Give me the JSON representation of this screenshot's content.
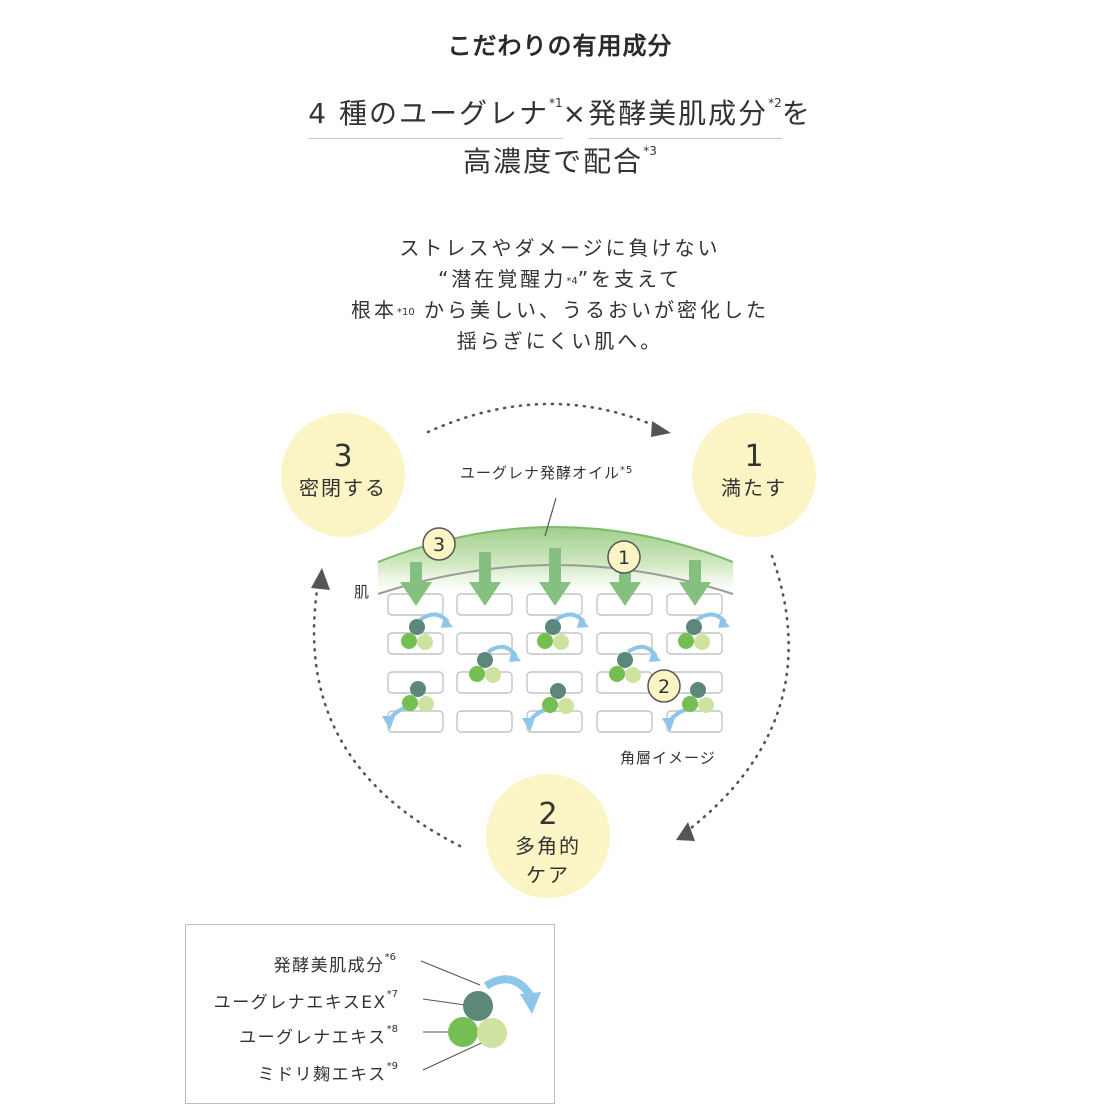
{
  "title": "こだわりの有用成分",
  "headline": {
    "part1": "4 種のユーグレナ",
    "note1": "*1",
    "times": "×",
    "part2": "発酵美肌成分",
    "note2": "*2",
    "part3": "を",
    "line2": "高濃度で配合",
    "note3": "*3"
  },
  "message": {
    "line1": "ストレスやダメージに負けない",
    "line2_a": "“潜在覚醒力",
    "line2_note": "*4",
    "line2_b": "”を支えて",
    "line3_a": "根本",
    "line3_note": "*10",
    "line3_b": " から美しい、うるおいが密化した",
    "line4": "揺らぎにくい肌へ。"
  },
  "cycle": {
    "step1": {
      "number": "1",
      "label": "満たす"
    },
    "step2": {
      "number": "2",
      "label_line1": "多角的",
      "label_line2": "ケア"
    },
    "step3": {
      "number": "3",
      "label": "密閉する"
    }
  },
  "diagram": {
    "oil_label": "ユーグレナ発酵オイル",
    "oil_note": "*5",
    "skin_label": "肌",
    "layer_label": "角層イメージ",
    "marker1": "1",
    "marker2": "2",
    "marker3": "3"
  },
  "legend": {
    "items": [
      {
        "label": "発酵美肌成分",
        "note": "*6"
      },
      {
        "label": "ユーグレナエキスEX",
        "note": "*7"
      },
      {
        "label": "ユーグレナエキス",
        "note": "*8"
      },
      {
        "label": "ミドリ麹エキス",
        "note": "*9"
      }
    ]
  },
  "colors": {
    "yellow_circle": "#fbf4c4",
    "green_arrow": "#86c080",
    "dark_teal": "#5d877a",
    "bright_green": "#74be53",
    "light_green": "#cfe3a0",
    "blue_arrow": "#8ec6ea",
    "dots": "#555555"
  }
}
